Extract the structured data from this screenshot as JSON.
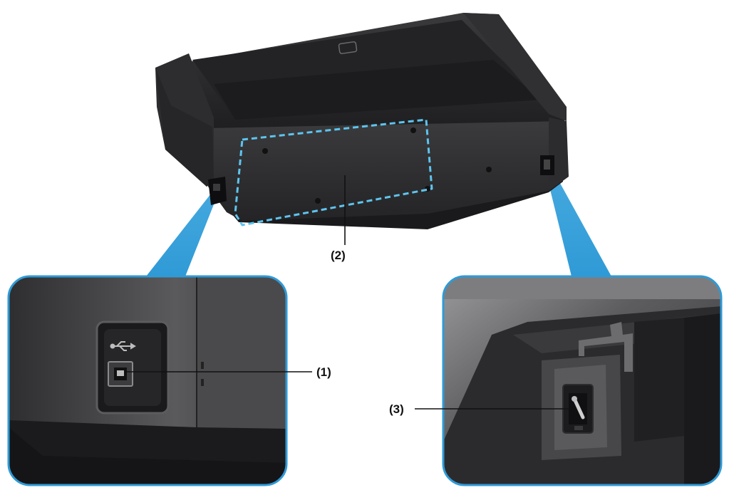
{
  "callouts": [
    {
      "id": "usb-port",
      "label": "(1)"
    },
    {
      "id": "rear-cover",
      "label": "(2)"
    },
    {
      "id": "power-cord-connector",
      "label": "(3)"
    }
  ],
  "icons": {
    "usb_symbol": "usb-icon",
    "logo_mark": "printer-logo-icon"
  },
  "colors": {
    "callout_blue": "#2f9ad6",
    "zoom_beam": "#3aa3dc",
    "dashed_highlight": "#5ec4ef",
    "printer_body": "#2a2a2c"
  }
}
